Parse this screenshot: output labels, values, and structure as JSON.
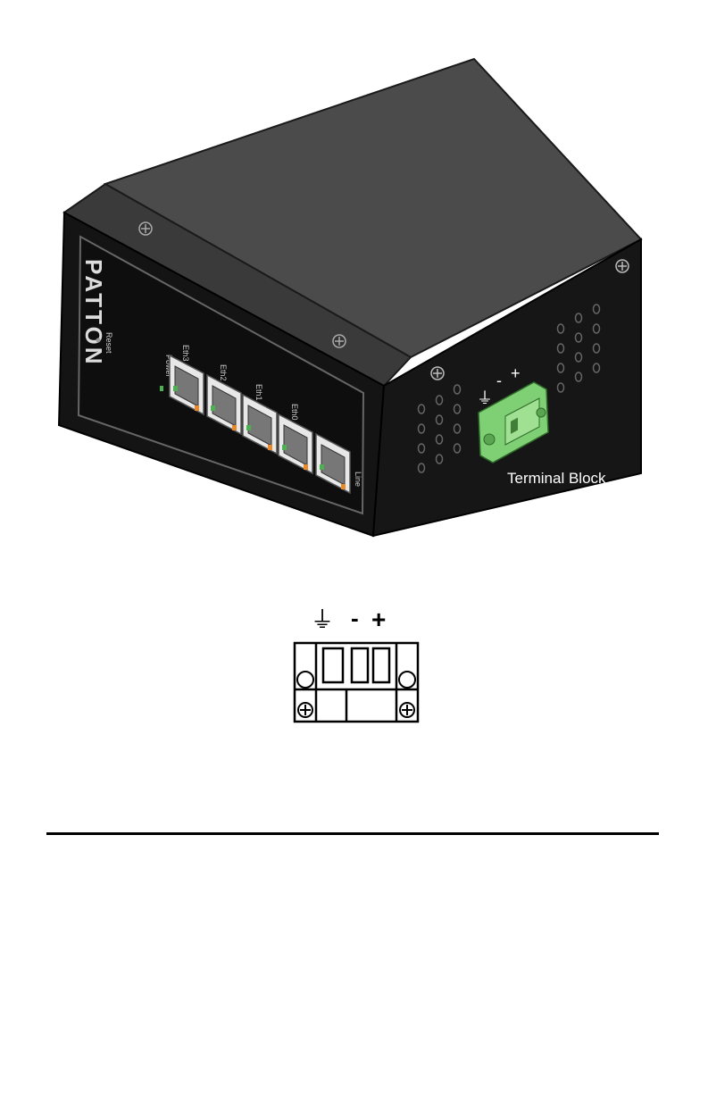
{
  "illustration": {
    "brand_logo_text": "PATTON",
    "reset_label": "Reset",
    "power_label": "Power",
    "ports": [
      {
        "label": "Eth3"
      },
      {
        "label": "Eth2"
      },
      {
        "label": "Eth1"
      },
      {
        "label": "Eth0"
      },
      {
        "label": "Line"
      }
    ],
    "terminal_block_label": "Terminal Block",
    "terminal_symbols": {
      "ground": "⏚",
      "minus": "-",
      "plus": "+"
    }
  },
  "diagram": {
    "symbols": {
      "ground": "⏚",
      "minus": "-",
      "plus": "+"
    }
  },
  "colors": {
    "chassis_top": "#4a4a4a",
    "chassis_front": "#151515",
    "terminal_green": "#7fcf74",
    "led_green": "#4caf50",
    "led_orange": "#e8892b"
  }
}
